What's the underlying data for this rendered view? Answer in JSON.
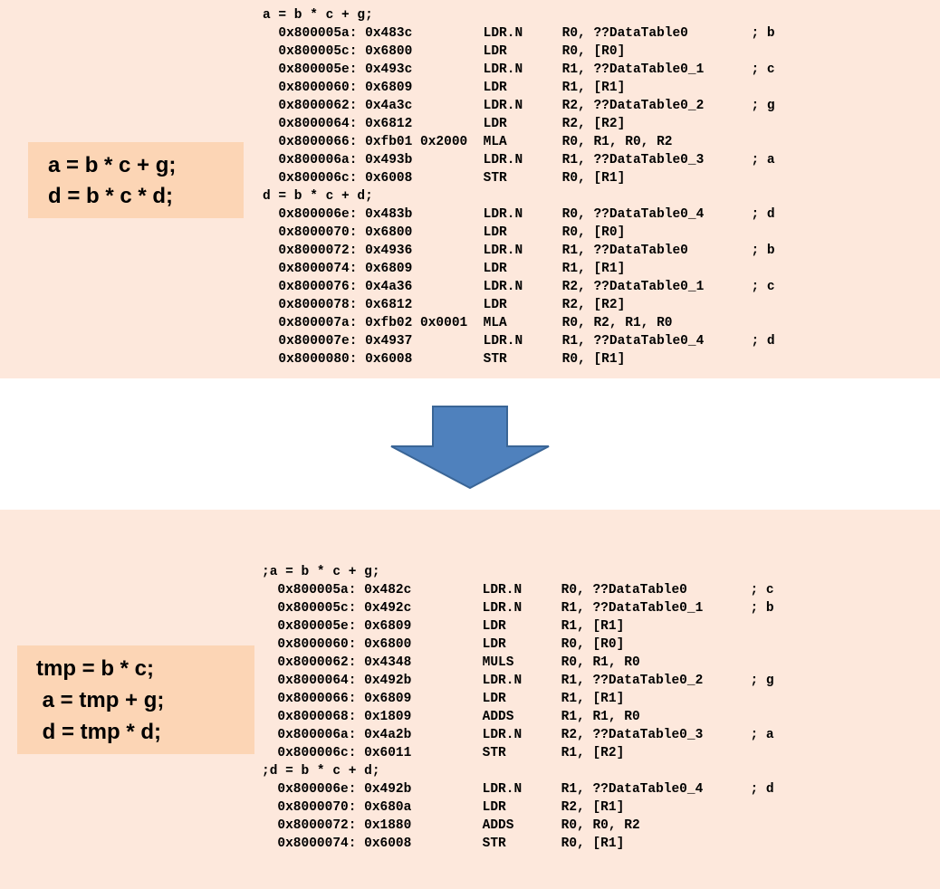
{
  "top": {
    "source_lines": [
      "a = b * c + g;",
      "d = b * c * d;"
    ],
    "asm_lines": [
      "a = b * c + g;",
      "  0x800005a: 0x483c         LDR.N     R0, ??DataTable0        ; b",
      "  0x800005c: 0x6800         LDR       R0, [R0]",
      "  0x800005e: 0x493c         LDR.N     R1, ??DataTable0_1      ; c",
      "  0x8000060: 0x6809         LDR       R1, [R1]",
      "  0x8000062: 0x4a3c         LDR.N     R2, ??DataTable0_2      ; g",
      "  0x8000064: 0x6812         LDR       R2, [R2]",
      "  0x8000066: 0xfb01 0x2000  MLA       R0, R1, R0, R2",
      "  0x800006a: 0x493b         LDR.N     R1, ??DataTable0_3      ; a",
      "  0x800006c: 0x6008         STR       R0, [R1]",
      "d = b * c + d;",
      "  0x800006e: 0x483b         LDR.N     R0, ??DataTable0_4      ; d",
      "  0x8000070: 0x6800         LDR       R0, [R0]",
      "  0x8000072: 0x4936         LDR.N     R1, ??DataTable0        ; b",
      "  0x8000074: 0x6809         LDR       R1, [R1]",
      "  0x8000076: 0x4a36         LDR.N     R2, ??DataTable0_1      ; c",
      "  0x8000078: 0x6812         LDR       R2, [R2]",
      "  0x800007a: 0xfb02 0x0001  MLA       R0, R2, R1, R0",
      "  0x800007e: 0x4937         LDR.N     R1, ??DataTable0_4      ; d",
      "  0x8000080: 0x6008         STR       R0, [R1]"
    ]
  },
  "bottom": {
    "source_lines": [
      "tmp = b * c;",
      " a = tmp + g;",
      " d = tmp * d;"
    ],
    "asm_lines": [
      ";a = b * c + g;",
      "  0x800005a: 0x482c         LDR.N     R0, ??DataTable0        ; c",
      "  0x800005c: 0x492c         LDR.N     R1, ??DataTable0_1      ; b",
      "  0x800005e: 0x6809         LDR       R1, [R1]",
      "  0x8000060: 0x6800         LDR       R0, [R0]",
      "  0x8000062: 0x4348         MULS      R0, R1, R0",
      "  0x8000064: 0x492b         LDR.N     R1, ??DataTable0_2      ; g",
      "  0x8000066: 0x6809         LDR       R1, [R1]",
      "  0x8000068: 0x1809         ADDS      R1, R1, R0",
      "  0x800006a: 0x4a2b         LDR.N     R2, ??DataTable0_3      ; a",
      "  0x800006c: 0x6011         STR       R1, [R2]",
      ";d = b * c + d;",
      "  0x800006e: 0x492b         LDR.N     R1, ??DataTable0_4      ; d",
      "  0x8000070: 0x680a         LDR       R2, [R1]",
      "  0x8000072: 0x1880         ADDS      R0, R0, R2",
      "  0x8000074: 0x6008         STR       R0, [R1]"
    ]
  },
  "arrow": {
    "fill": "#4f81bd",
    "stroke": "#3a6596"
  },
  "colors": {
    "panel_bg": "#fde8dc",
    "source_box_bg": "#fcd5b5"
  }
}
